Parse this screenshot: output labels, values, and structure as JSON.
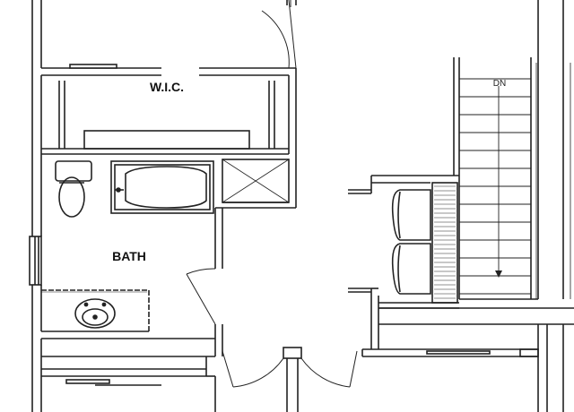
{
  "rooms": {
    "wic": {
      "label": "W.I.C."
    },
    "bath": {
      "label": "BATH"
    }
  },
  "stairs": {
    "direction_label": "DN"
  },
  "colors": {
    "wall": "#222222",
    "background": "#ffffff",
    "fixture": "#333333"
  }
}
